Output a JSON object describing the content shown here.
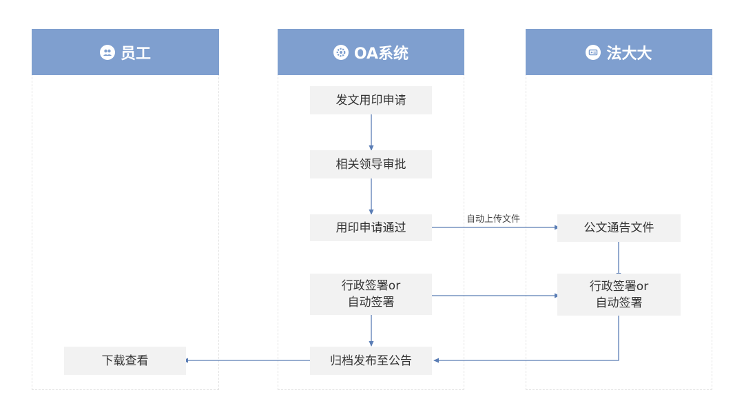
{
  "colors": {
    "header": "#7f9fcf",
    "box": "#f2f2f2",
    "arrow": "#5a7db5"
  },
  "lanes": [
    {
      "title": "员工",
      "icon": "user-group-icon"
    },
    {
      "title": "OA系统",
      "icon": "gear-icon"
    },
    {
      "title": "法大大",
      "icon": "id-card-icon"
    }
  ],
  "nodes": {
    "apply": "发文用印申请",
    "approve": "相关领导审批",
    "approved": "用印申请通过",
    "oa_sign": "行政签署or\n自动签署",
    "archive": "归档发布至公告",
    "download": "下载查看",
    "notice": "公文通告文件",
    "fdd_sign": "行政签署or\n自动签署"
  },
  "edge_labels": {
    "auto_upload": "自动上传文件"
  }
}
